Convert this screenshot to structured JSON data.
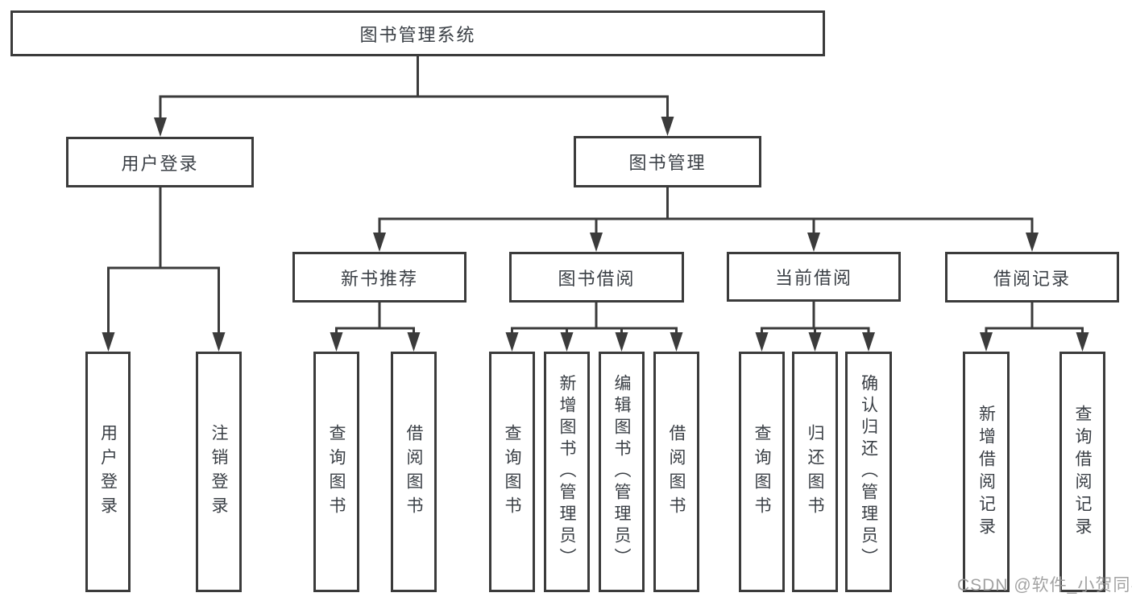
{
  "nodes": {
    "root": "图书管理系统",
    "userLogin": "用户登录",
    "bookMgmt": "图书管理",
    "newBook": "新书推荐",
    "bookBorrow": "图书借阅",
    "currentBorrow": "当前借阅",
    "borrowRecords": "借阅记录",
    "leafLogin": "用户登录",
    "leafLogout": "注销登录",
    "leafNbQuery": "查询图书",
    "leafNbBorrow": "借阅图书",
    "leafBbQuery": "查询图书",
    "leafBbAdd": "新增图书（管理员）",
    "leafBbEdit": "编辑图书（管理员）",
    "leafBbBorrow": "借阅图书",
    "leafCbQuery": "查询图书",
    "leafCbReturn": "归还图书",
    "leafCbConfirm": "确认归还（管理员）",
    "leafBrAdd": "新增借阅记录",
    "leafBrQuery": "查询借阅记录"
  },
  "watermark": "CSDN @软件_小贺同学",
  "colors": {
    "line": "#3b3b3b",
    "text": "#3a3f45",
    "watermark": "#9b9b9b",
    "background": "#ffffff"
  }
}
